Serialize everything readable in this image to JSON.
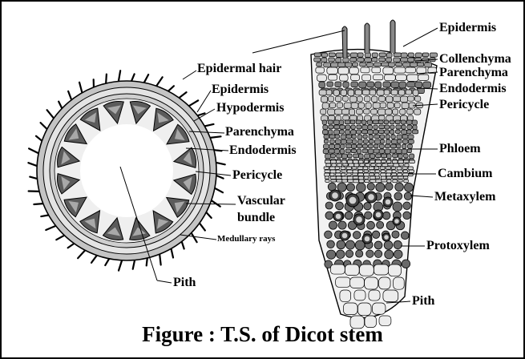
{
  "labels": {
    "epidermal_hair": "Epidermal hair",
    "epidermis_left": "Epidermis",
    "hypodermis": "Hypodermis",
    "parenchyma_left": "Parenchyma",
    "endodermis_left": "Endodermis",
    "pericycle_left": "Pericycle",
    "vascular": "Vascular",
    "bundle": "bundle",
    "medullary_rays": "Medullary rays",
    "pith_left": "Pith",
    "epidermis_right": "Epidermis",
    "collenchyma": "Collenchyma",
    "parenchyma_right": "Parenchyma",
    "endodermis_right": "Endodermis",
    "pericycle_right": "Pericycle",
    "phloem": "Phloem",
    "cambium": "Cambium",
    "metaxylem": "Metaxylem",
    "protoxylem": "Protoxylem",
    "pith_right": "Pith"
  },
  "caption": "Figure : T.S. of Dicot  stem",
  "colors": {
    "line": "#000000",
    "ring_outer": "#b8b8b8",
    "ring_inner": "#d9d9d9",
    "bundle_dark": "#3a3a3a",
    "bundle_light": "#9a9a9a",
    "tissue_light": "#e6e6e6",
    "tissue_mid": "#9c9c9c",
    "tissue_dark": "#5a5a5a"
  }
}
